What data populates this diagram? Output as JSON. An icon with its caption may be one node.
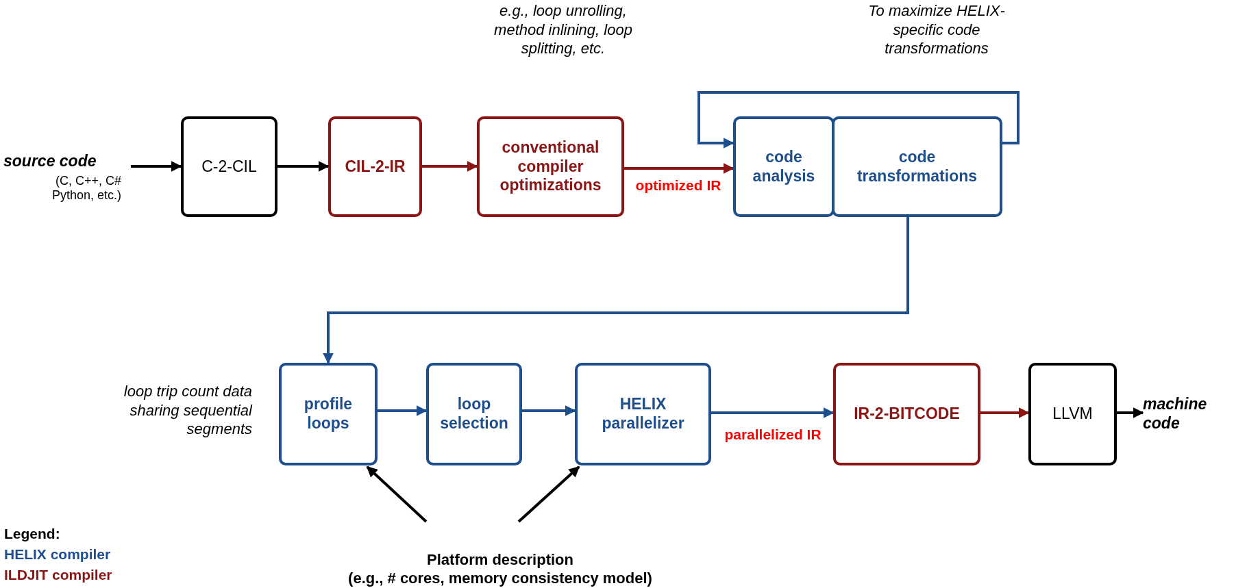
{
  "diagram": {
    "nodes": [
      {
        "text": [
          "source code",
          "(C, C++, C# Python, etc.)"
        ]
      },
      {
        "text": [
          "C-2-CIL"
        ]
      },
      {
        "text": [
          "CIL-2-IR"
        ]
      },
      {
        "text": [
          "conventional compiler optimizations"
        ],
        "beside": [
          "e.g., loop unrolling, method inlining, loop splitting, etc."
        ]
      },
      {
        "text": [
          "code analysis"
        ]
      },
      {
        "text": [
          "code transformations"
        ]
      },
      {
        "text": [
          "profile loops"
        ],
        "beside": [
          "loop trip count data sharing sequential segments"
        ]
      },
      {
        "text": [
          "loop selection"
        ]
      },
      {
        "text": [
          "HELIX parallelizer"
        ]
      },
      {
        "text": [
          "IR-2-BITCODE"
        ]
      },
      {
        "text": [
          "LLVM"
        ]
      },
      {
        "text": [
          "machine code"
        ]
      },
      {
        "text": [
          "Platform description",
          "(e.g., # cores, memory consistency model)"
        ]
      }
    ],
    "edges": [
      {
        "from": 0,
        "to": 1,
        "arrow": "to",
        "color": "#000000"
      },
      {
        "from": 1,
        "to": 2,
        "arrow": "to",
        "color": "#000000"
      },
      {
        "from": 2,
        "to": 3,
        "arrow": "to",
        "color": "#8b1414"
      },
      {
        "from": 3,
        "to": 4,
        "arrow": "to",
        "label": "optimized IR",
        "color": "#8b1414"
      },
      {
        "from": 5,
        "to": 4,
        "arrow": "to",
        "color": "#1f4e8c"
      },
      {
        "from": 5,
        "to": 6,
        "arrow": "to",
        "color": "#1f4e8c"
      },
      {
        "from": 6,
        "to": 7,
        "arrow": "to",
        "color": "#1f4e8c"
      },
      {
        "from": 7,
        "to": 8,
        "arrow": "to",
        "color": "#1f4e8c"
      },
      {
        "from": 8,
        "to": 9,
        "arrow": "to",
        "label": "parallelized IR",
        "color": "#1f4e8c"
      },
      {
        "from": 9,
        "to": 10,
        "arrow": "to",
        "color": "#8b1414"
      },
      {
        "from": 10,
        "to": 11,
        "arrow": "to",
        "color": "#000000"
      },
      {
        "from": 12,
        "to": 6,
        "arrow": "to",
        "color": "#000000"
      },
      {
        "from": 12,
        "to": 8,
        "arrow": "to",
        "color": "#000000"
      }
    ],
    "labels": [
      "To maximize HELIX-specific code transformations",
      "Legend:"
    ],
    "legend": [
      {
        "text": "HELIX compiler",
        "color": "#1f4e8c"
      },
      {
        "text": "ILDJIT compiler",
        "color": "#8b1414"
      }
    ]
  }
}
